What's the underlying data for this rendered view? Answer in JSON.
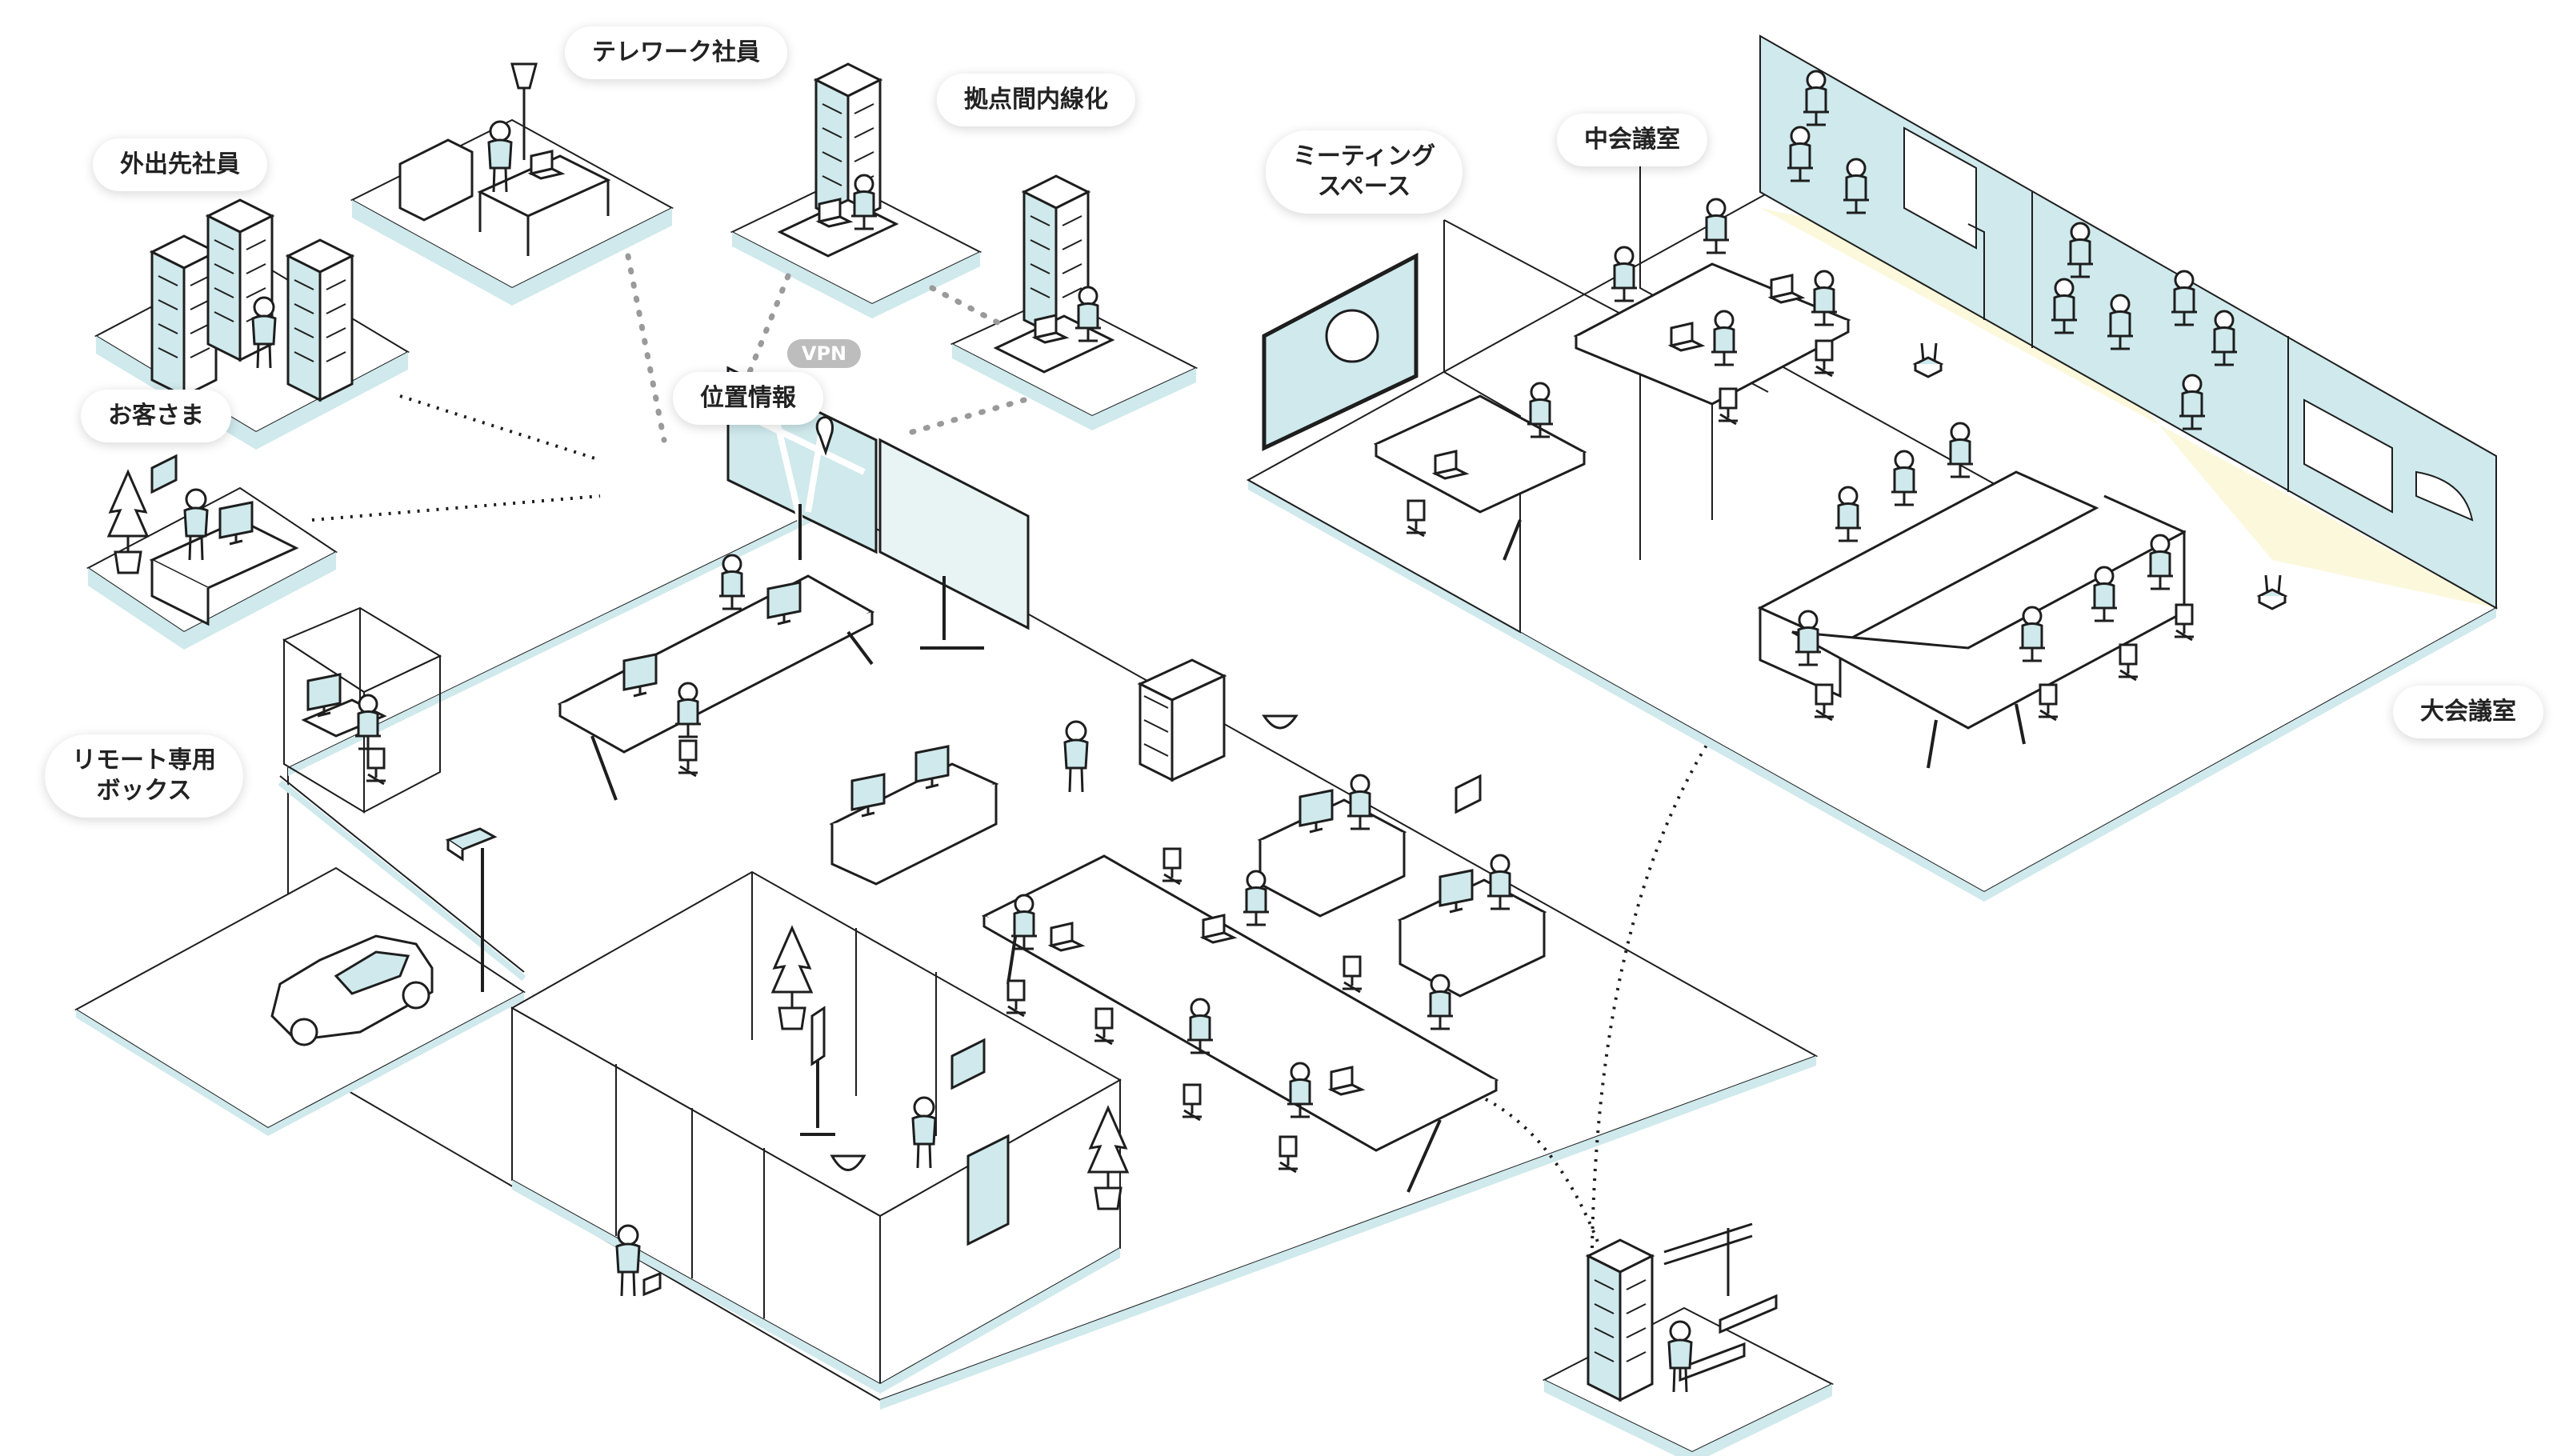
{
  "colors": {
    "accent": "#cfe9ec",
    "accent_dark": "#a9d6db",
    "line": "#1e1e1e",
    "projection": "#fbf7d6",
    "pill_bg": "#ffffff",
    "vpn_bg": "#bdbdbd"
  },
  "labels": {
    "telework": "テレワーク社員",
    "outside": "外出先社員",
    "inter_site": "拠点間内線化",
    "customer": "お客さま",
    "location": "位置情報",
    "vpn": "VPN",
    "remote_box_line1": "リモート専用",
    "remote_box_line2": "ボックス",
    "meeting_space_line1": "ミーティング",
    "meeting_space_line2": "スペース",
    "mid_meeting_room": "中会議室",
    "large_meeting_room": "大会議室"
  },
  "icons": [
    "building-icon",
    "person-icon",
    "desk-icon",
    "laptop-icon",
    "monitor-icon",
    "camera-icon",
    "car-icon",
    "tree-icon",
    "printer-icon",
    "wifi-router-icon",
    "crane-icon",
    "signage-icon",
    "speaker-icon"
  ]
}
